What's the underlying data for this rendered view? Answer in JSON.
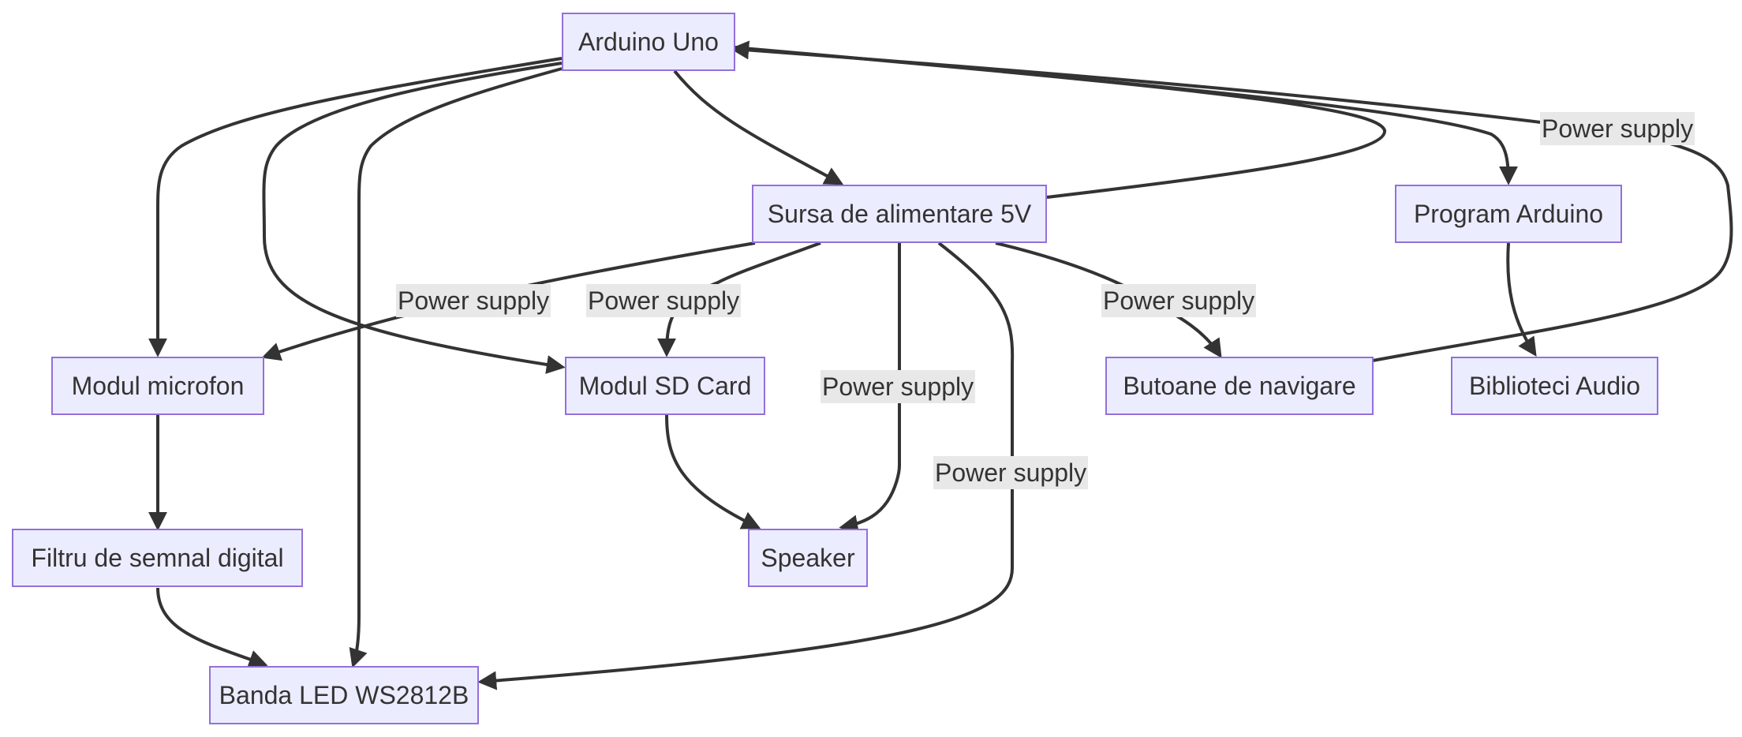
{
  "diagram": {
    "nodes": {
      "arduino_uno": "Arduino Uno",
      "sursa": "Sursa de alimentare 5V",
      "program": "Program Arduino",
      "microfon": "Modul microfon",
      "sd_card": "Modul SD Card",
      "butoane": "Butoane de navigare",
      "biblioteci": "Biblioteci Audio",
      "filtru": "Filtru de semnal digital",
      "speaker": "Speaker",
      "banda_led": "Banda LED WS2812B"
    },
    "edge_labels": {
      "power_microfon": "Power supply",
      "power_sd": "Power supply",
      "power_speaker": "Power supply",
      "power_led": "Power supply",
      "power_butoane": "Power supply",
      "power_uno": "Power supply"
    },
    "colors": {
      "node_fill": "#ececff",
      "node_border": "#9370db",
      "edge": "#333333",
      "label_bg": "#e8e8e8"
    }
  }
}
